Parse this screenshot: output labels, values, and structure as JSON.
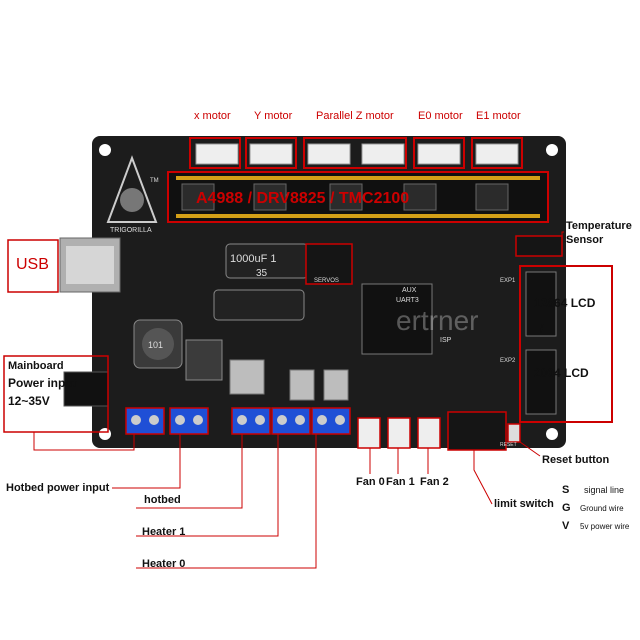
{
  "motors": {
    "x": "x motor",
    "y": "Y motor",
    "z": "Parallel Z motor",
    "e0": "E0 motor",
    "e1": "E1 motor"
  },
  "driver_text": "A4988 / DRV8825 / TMC2100",
  "usb": "USB",
  "temperature_sensor": [
    "Temperature",
    "Sensor"
  ],
  "lcd_12864": "12864 LCD",
  "lcd_slash": "/",
  "lcd_2004": "2004 LCD",
  "mainboard_power": [
    "Mainboard",
    "Power input",
    "12~35V"
  ],
  "reset_button": "Reset button",
  "fans": [
    "Fan 0",
    "Fan 1",
    "Fan 2"
  ],
  "limit_switch": "limit switch",
  "legend": {
    "s": "S",
    "s_text": "signal line",
    "g": "G",
    "g_text": "Ground wire",
    "v": "V",
    "v_text": "5v power wire"
  },
  "hotbed_power_input": "Hotbed power input",
  "hotbed": "hotbed",
  "heater1": "Heater 1",
  "heater0": "Heater 0",
  "board": {
    "brand": "TRIGORILLA",
    "tm": "TM",
    "cap_text": "1000uF 1",
    "cap_v": "35",
    "servos": "SERVOS",
    "aux": "AUX",
    "uart3": "UART3",
    "isp": "ISP",
    "exp1": "EXP1",
    "exp2": "EXP2",
    "reset": "RESET",
    "ic": "101",
    "watermark": "ertrner"
  },
  "colors": {
    "annotation_red": "#cc0000",
    "board": "#1c1c1c",
    "terminal_blue": "#1f4fd6"
  }
}
